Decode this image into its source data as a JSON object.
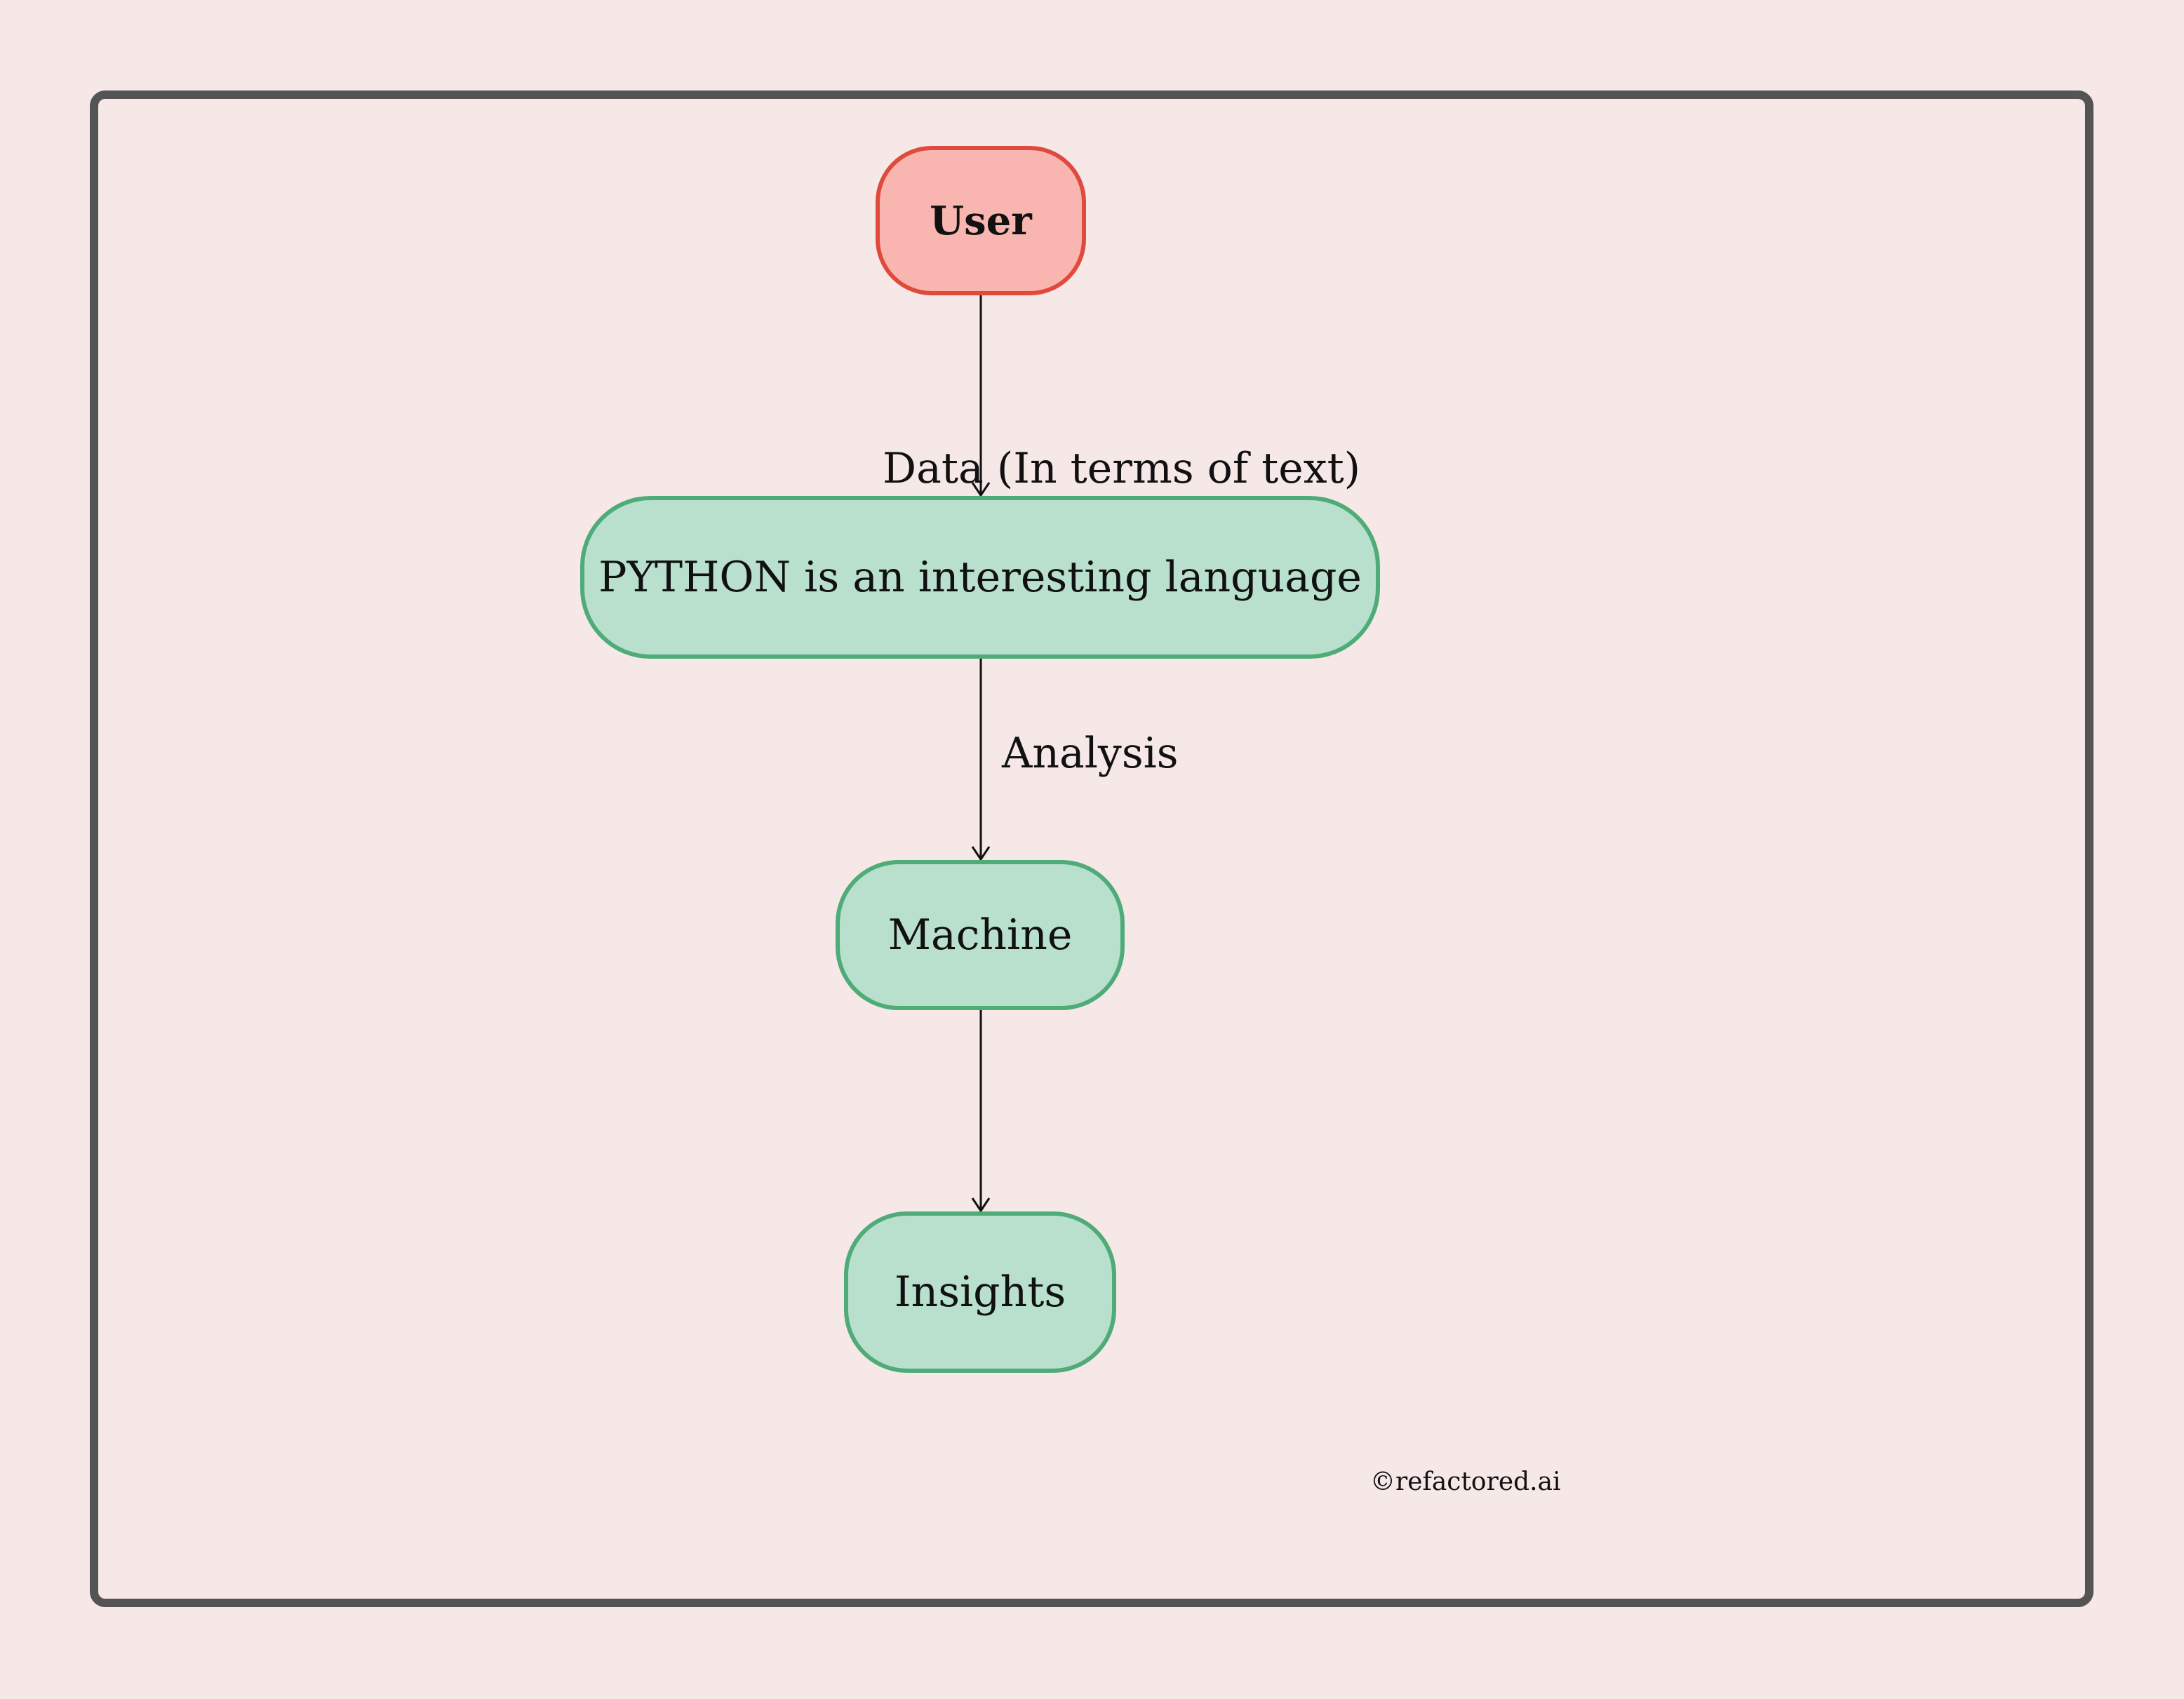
{
  "nodes": {
    "user": "User",
    "python": "PYTHON is an interesting language",
    "machine": "Machine",
    "insights": "Insights"
  },
  "edges": {
    "user_to_python": "Data (In terms of text)",
    "python_to_machine": "Analysis",
    "machine_to_insights": ""
  },
  "footer": {
    "copyright": "©refactored.ai"
  },
  "colors": {
    "background": "#f5e8e7",
    "frame_border": "#545454",
    "user_fill": "#f9b6b0",
    "user_border": "#e04a3d",
    "process_fill": "#b8e0cd",
    "process_border": "#4fab78",
    "edge": "#111111"
  }
}
